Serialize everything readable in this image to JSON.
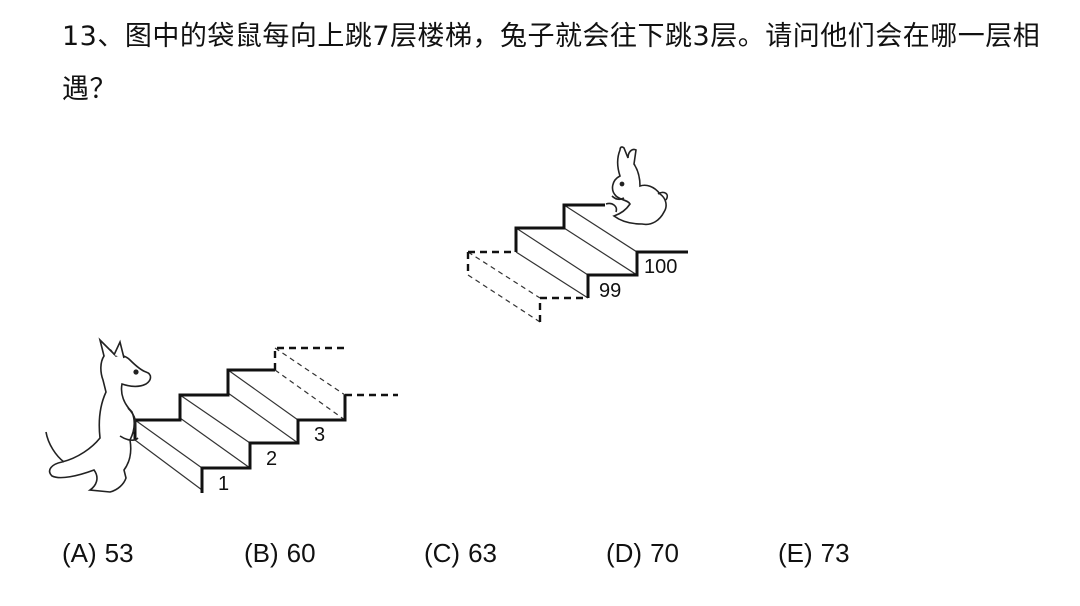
{
  "question": {
    "number": "13、",
    "text": "图中的袋鼠每向上跳7层楼梯，兔子就会往下跳3层。请问他们会在哪一层相遇？"
  },
  "figure": {
    "bottom_steps": [
      "1",
      "2",
      "3"
    ],
    "top_steps": [
      "99",
      "100"
    ]
  },
  "options": [
    {
      "letter": "(A)",
      "value": "53"
    },
    {
      "letter": "(B)",
      "value": "60"
    },
    {
      "letter": "(C)",
      "value": "63"
    },
    {
      "letter": "(D)",
      "value": "70"
    },
    {
      "letter": "(E)",
      "value": "73"
    }
  ]
}
